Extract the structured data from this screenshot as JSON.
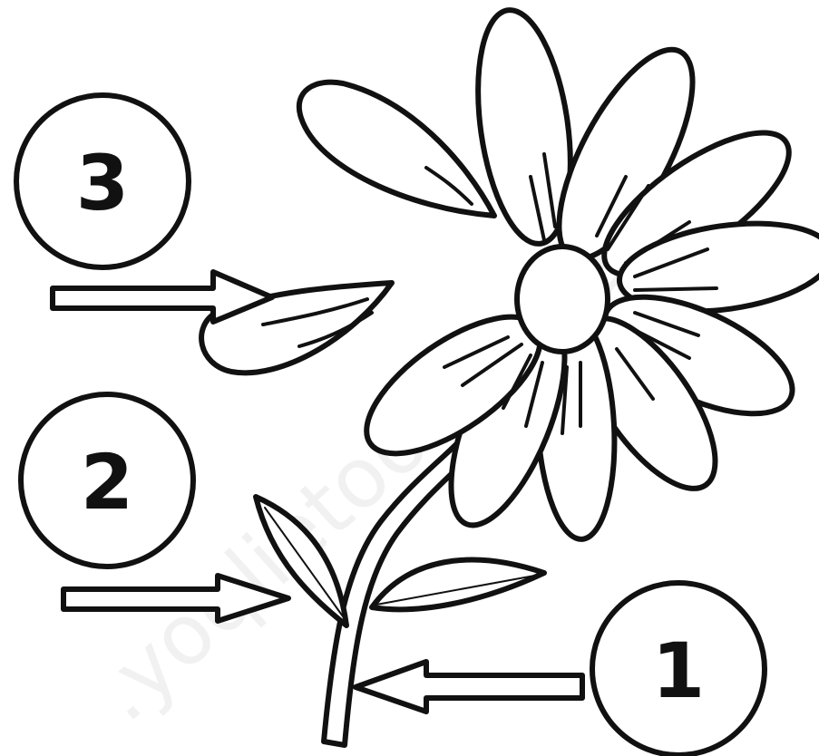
{
  "labels": {
    "one": "1",
    "two": "2",
    "three": "3"
  },
  "watermark": ".yoqlietoor.aar.e",
  "colors": {
    "ink": "#111111",
    "background": "#ffffff"
  }
}
